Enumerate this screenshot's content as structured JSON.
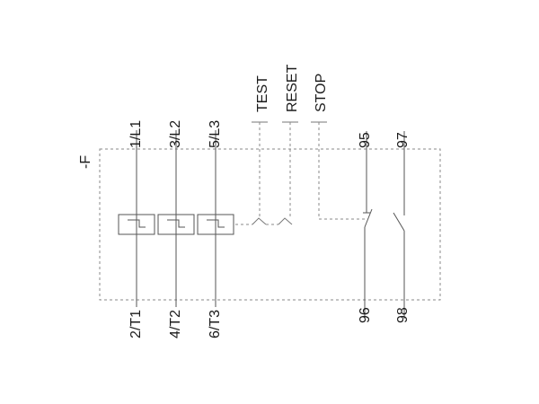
{
  "diagram": {
    "terminals_top": [
      "1/L1",
      "3/L2",
      "5/L3"
    ],
    "terminals_bottom": [
      "2/T1",
      "4/T2",
      "6/T3"
    ],
    "buttons": [
      "TEST",
      "RESET",
      "STOP"
    ],
    "aux_top": [
      "95",
      "97"
    ],
    "aux_bottom": [
      "96",
      "98"
    ],
    "symbol": "-F",
    "colors": {
      "line": "#555555",
      "text": "#1a1a1a",
      "dashed": "#8a8a8a"
    }
  }
}
